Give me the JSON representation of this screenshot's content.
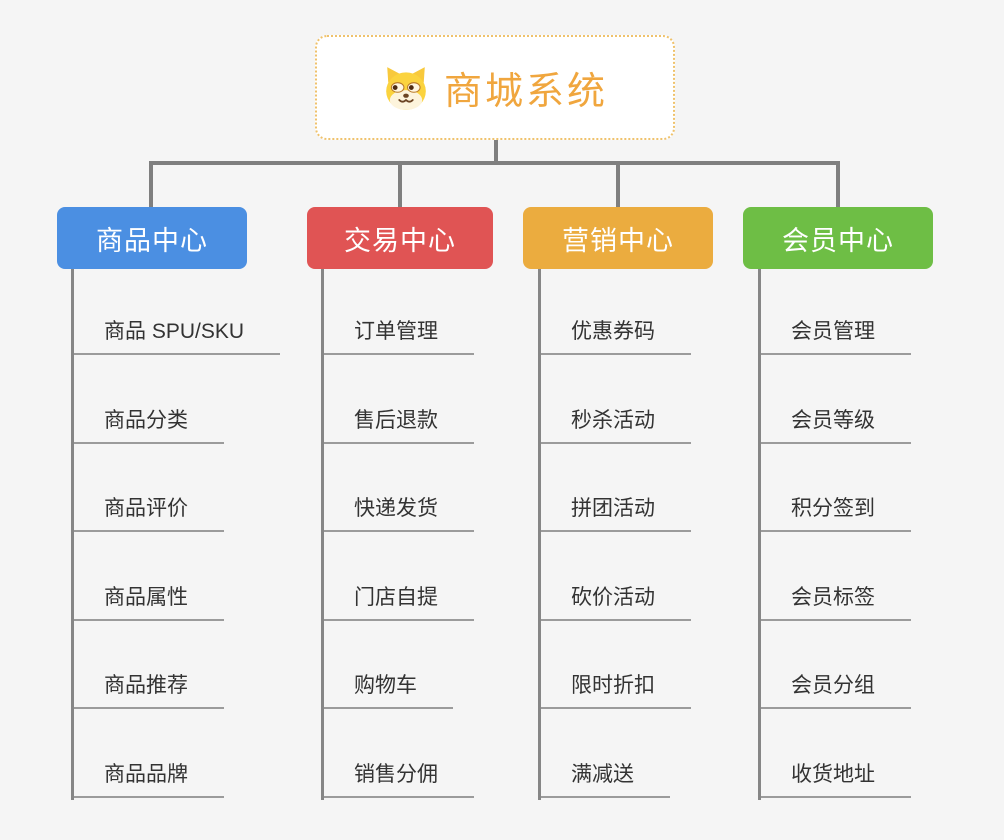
{
  "root": {
    "title": "商城系统",
    "icon": "dog-face-icon",
    "title_color": "#F0A63E",
    "border_color": "#EFC26C"
  },
  "branches": [
    {
      "label": "商品中心",
      "color": "#4B8FE2",
      "items": [
        "商品 SPU/SKU",
        "商品分类",
        "商品评价",
        "商品属性",
        "商品推荐",
        "商品品牌"
      ]
    },
    {
      "label": "交易中心",
      "color": "#E05454",
      "items": [
        "订单管理",
        "售后退款",
        "快递发货",
        "门店自提",
        "购物车",
        "销售分佣"
      ]
    },
    {
      "label": "营销中心",
      "color": "#EBAC3F",
      "items": [
        "优惠券码",
        "秒杀活动",
        "拼团活动",
        "砍价活动",
        "限时折扣",
        "满减送"
      ]
    },
    {
      "label": "会员中心",
      "color": "#6EBE45",
      "items": [
        "会员管理",
        "会员等级",
        "积分签到",
        "会员标签",
        "会员分组",
        "收货地址"
      ]
    }
  ],
  "colors": {
    "background": "#F5F5F5",
    "connector": "#7F7F7F",
    "underline": "#9B9B9B",
    "item_text": "#333333"
  }
}
